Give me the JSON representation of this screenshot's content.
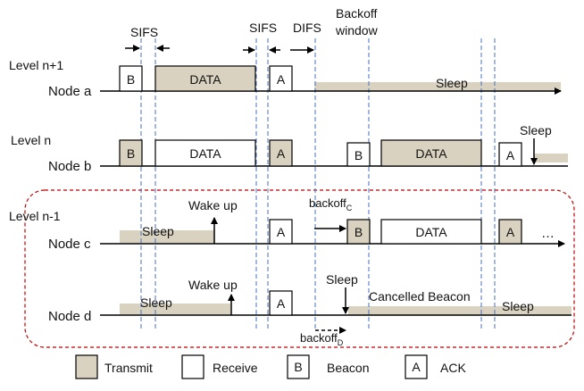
{
  "header": {
    "sifs_1": "SIFS",
    "sifs_2": "SIFS",
    "difs": "DIFS",
    "backoff_line1": "Backoff",
    "backoff_line2": "window"
  },
  "levels": {
    "level_n_plus_1": "Level n+1",
    "level_n": "Level n",
    "level_n_minus_1": "Level n-1"
  },
  "nodes": {
    "a": "Node a",
    "b": "Node b",
    "c": "Node c",
    "d": "Node d"
  },
  "frames": {
    "beacon": "B",
    "ack": "A",
    "data": "DATA"
  },
  "annotations": {
    "sleep": "Sleep",
    "wake_up": "Wake up",
    "backoff_c_base": "backoff",
    "backoff_c_sub": "C",
    "backoff_d_base": "backoff",
    "backoff_d_sub": "D",
    "cancelled_beacon": "Cancelled Beacon",
    "ellipsis": "…"
  },
  "legend": {
    "transmit": "Transmit",
    "receive": "Receive",
    "beacon_key": "B",
    "beacon": "Beacon",
    "ack_key": "A",
    "ack": "ACK"
  },
  "colors": {
    "transmit_fill": "#d9d2c0",
    "sleep_fill": "#d9d2c0",
    "guide_line": "#4472c4",
    "group_border": "#c00000"
  }
}
